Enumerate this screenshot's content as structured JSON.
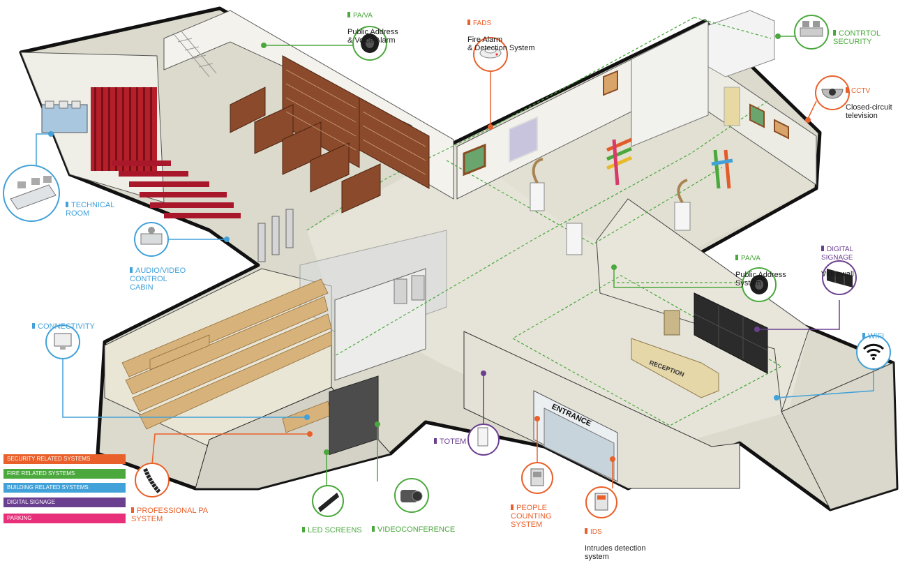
{
  "colors": {
    "security": "#e9602a",
    "fire": "#4aa83c",
    "building": "#41a1d8",
    "signage": "#6b3f8f",
    "parking": "#e8307a"
  },
  "signs": {
    "entrance": "ENTRANCE",
    "reception": "RECEPTION"
  },
  "labels": {
    "pava_top": {
      "cat": "PA/VA",
      "desc": "Public Address\n& Voice Alarm",
      "icon": "speaker-icon"
    },
    "fads": {
      "cat": "FADS",
      "desc": "Fire Alarm\n& Detection System",
      "icon": "smoke-detector-icon"
    },
    "control_security": {
      "cat": "CONTRTOL\nSECURITY",
      "icon": "operator-desk-icon"
    },
    "cctv": {
      "cat": "CCTV",
      "desc": "Closed-circuit\ntelevision",
      "icon": "dome-camera-icon"
    },
    "technical_room": {
      "cat": "TECHNICAL\nROOM",
      "icon": "technical-desk-icon"
    },
    "av_cabin": {
      "cat": "AUDIO/VIDEO\nCONTROL\nCABIN",
      "icon": "control-cabin-icon"
    },
    "connectivity": {
      "cat": "CONNECTIVITY",
      "icon": "monitor-icon"
    },
    "pava_right": {
      "cat": "PA/VA",
      "desc": "Public Address\nSystem",
      "icon": "speaker-icon"
    },
    "digital_signage": {
      "cat": "DIGITAL\nSIGNAGE",
      "desc": "Videowall",
      "icon": "videowall-icon"
    },
    "wifi": {
      "cat": "WIFI",
      "icon": "wifi-icon"
    },
    "totem": {
      "cat": "TOTEM",
      "icon": "totem-icon"
    },
    "people_counting": {
      "cat": "PEOPLE\nCOUNTING\nSYSTEM",
      "icon": "counter-sensor-icon"
    },
    "ids": {
      "cat": "IDS",
      "desc": "Intrudes detection\nsystem",
      "icon": "keypad-icon"
    },
    "led_screens": {
      "cat": "LED SCREENS",
      "icon": "led-screen-icon"
    },
    "videoconference": {
      "cat": "VIDEOCONFERENCE",
      "icon": "camera-icon"
    },
    "professional_pa": {
      "cat": "PROFESSIONAL PA\nSYSTEM",
      "icon": "line-array-icon"
    }
  },
  "legend": [
    {
      "label": "SECURITY RELATED SYSTEMS",
      "color": "#e9602a"
    },
    {
      "label": "FIRE RELATED SYSTEMS",
      "color": "#4aa83c"
    },
    {
      "label": "BUILDING RELATED SYSTEMS",
      "color": "#41a1d8"
    },
    {
      "label": "DIGITAL SIGNAGE",
      "color": "#6b3f8f"
    },
    {
      "label": "PARKING",
      "color": "#e8307a"
    }
  ]
}
